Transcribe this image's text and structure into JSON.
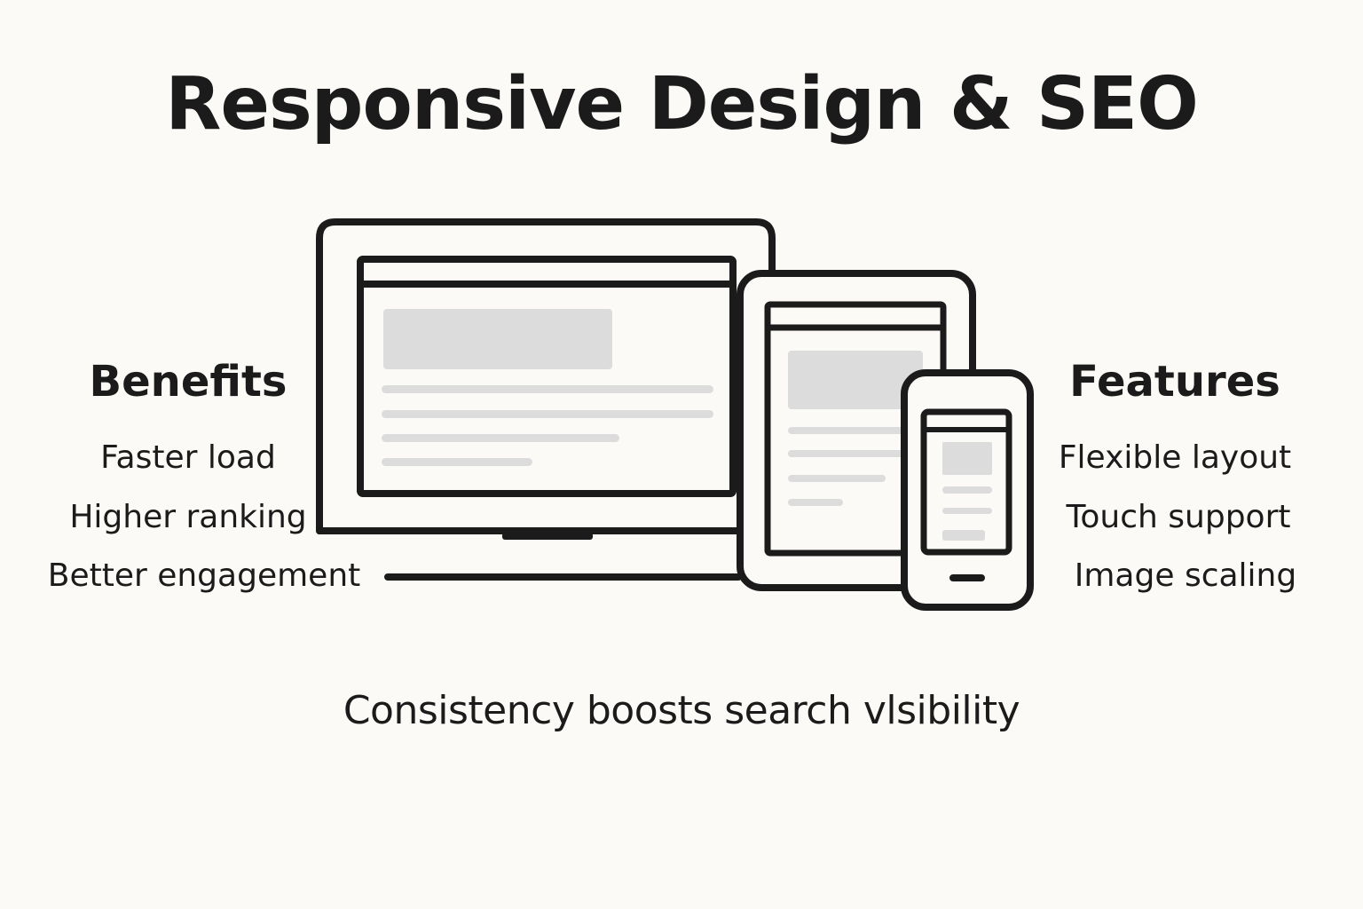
{
  "title": "Responsive Design & SEO",
  "benefits": {
    "heading": "Benefits",
    "items": [
      "Faster load",
      "Higher ranking",
      "Better engagement"
    ]
  },
  "features": {
    "heading": "Features",
    "items": [
      "Flexible layout",
      "Touch support",
      "Image scaling"
    ]
  },
  "caption": "Consistency boosts search vlsibility",
  "colors": {
    "background": "#fbfaf7",
    "stroke": "#1b1b1b",
    "placeholder": "#dcdcdc"
  },
  "icons": [
    "desktop-monitor-icon",
    "tablet-icon",
    "smartphone-icon"
  ]
}
